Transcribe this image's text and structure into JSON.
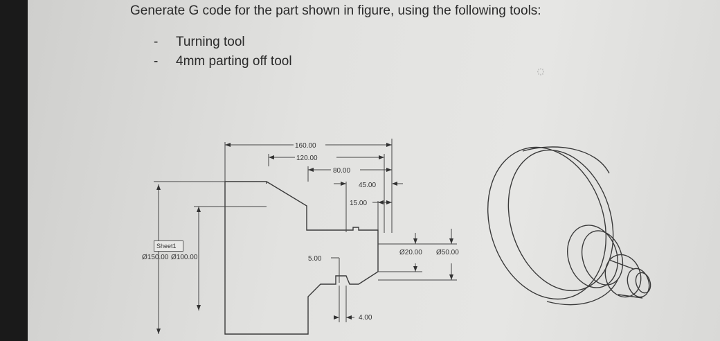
{
  "question": {
    "title": "Generate G code for the part shown in figure, using the following tools:",
    "tools": [
      {
        "bullet": "-",
        "label": "Turning tool"
      },
      {
        "bullet": "-",
        "label": "4mm parting off tool"
      }
    ]
  },
  "drawing": {
    "sheet_tab": "Sheet1",
    "dimensions": {
      "len_160": "160.00",
      "len_120": "120.00",
      "len_80": "80.00",
      "len_45": "45.00",
      "len_15": "15.00",
      "dia_150": "Ø150.00",
      "dia_100": "Ø100.00",
      "dia_20": "Ø20.00",
      "dia_50": "Ø50.00",
      "len_5": "5.00",
      "len_4": "4.00"
    },
    "mark": "꙰"
  }
}
